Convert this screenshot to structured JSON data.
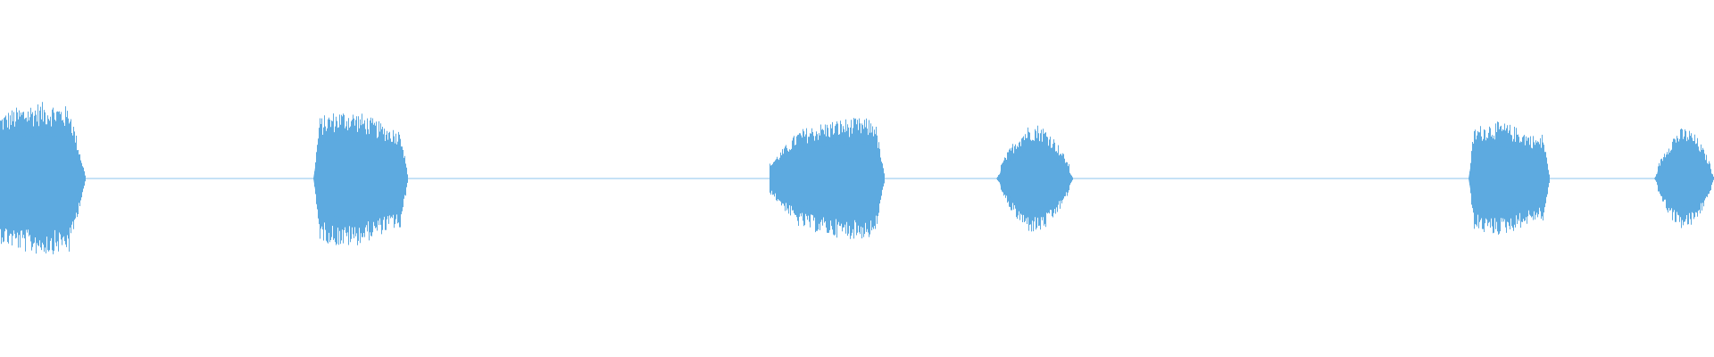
{
  "waveform": {
    "color": "#5DAAE0",
    "baseline_color": "#8CC4EC",
    "background": "#ffffff",
    "samples_per_column": 1,
    "bursts": [
      {
        "name": "burst-1",
        "start": 0.0,
        "end": 0.05,
        "amplitude": 0.78,
        "profile": "decay"
      },
      {
        "name": "burst-2",
        "start": 0.183,
        "end": 0.238,
        "amplitude": 0.7,
        "profile": "flat"
      },
      {
        "name": "burst-3",
        "start": 0.449,
        "end": 0.516,
        "amplitude": 0.62,
        "profile": "ramp"
      },
      {
        "name": "burst-4",
        "start": 0.581,
        "end": 0.626,
        "amplitude": 0.56,
        "profile": "round"
      },
      {
        "name": "burst-5",
        "start": 0.857,
        "end": 0.904,
        "amplitude": 0.58,
        "profile": "flat"
      },
      {
        "name": "burst-6",
        "start": 0.965,
        "end": 1.0,
        "amplitude": 0.52,
        "profile": "round"
      }
    ]
  }
}
